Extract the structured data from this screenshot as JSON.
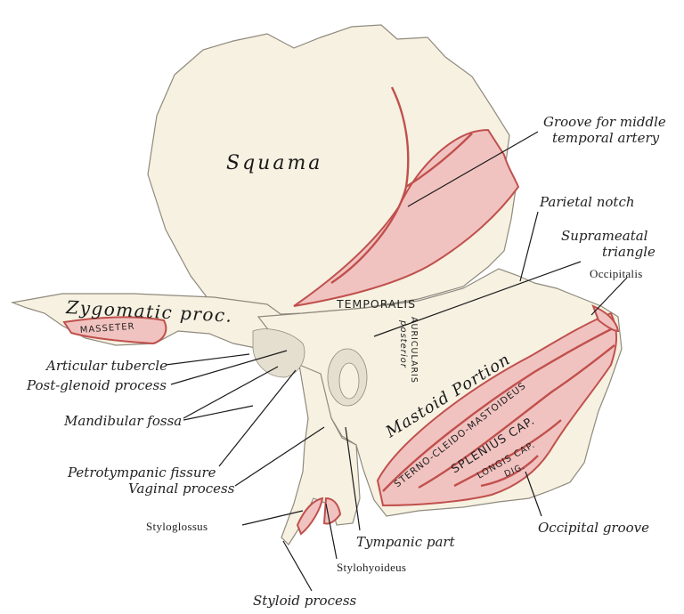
{
  "colors": {
    "bone": "#f6f1e1",
    "bone_shade": "#e4dfcf",
    "bone_edge": "#8f8a7d",
    "muscle_fill": "#f1c3c0",
    "muscle_edge": "#c0504d"
  },
  "regions": {
    "squama": "Squama",
    "zygomatic": "Zygomatic proc.",
    "mastoid": "Mastoid Portion"
  },
  "muscles": {
    "temporalis": "TEMPORALIS",
    "masseter": "MASSETER",
    "auricularis_1": "AURICULARIS",
    "auricularis_2": "posterior",
    "sterno": "STERNO-CLEIDO-MASTOIDEUS",
    "splenius": "SPLENIUS CAP.",
    "longis": "LONGIS CAP.",
    "dig": "DIG."
  },
  "labels": {
    "groove_1": "Groove for middle",
    "groove_2": "temporal artery",
    "parietal_notch": "Parietal notch",
    "suprameatal_1": "Suprameatal",
    "suprameatal_2": "triangle",
    "occipitalis": "Occipitalis",
    "articular_tubercle": "Articular tubercle",
    "post_glenoid": "Post-glenoid process",
    "mandibular_fossa": "Mandibular fossa",
    "petrotympanic": "Petrotympanic fissure",
    "vaginal": "Vaginal process",
    "styloglossus": "Styloglossus",
    "tympanic": "Tympanic part",
    "stylohyoideus": "Stylohyoideus",
    "styloid": "Styloid process",
    "occipital_groove": "Occipital groove"
  }
}
